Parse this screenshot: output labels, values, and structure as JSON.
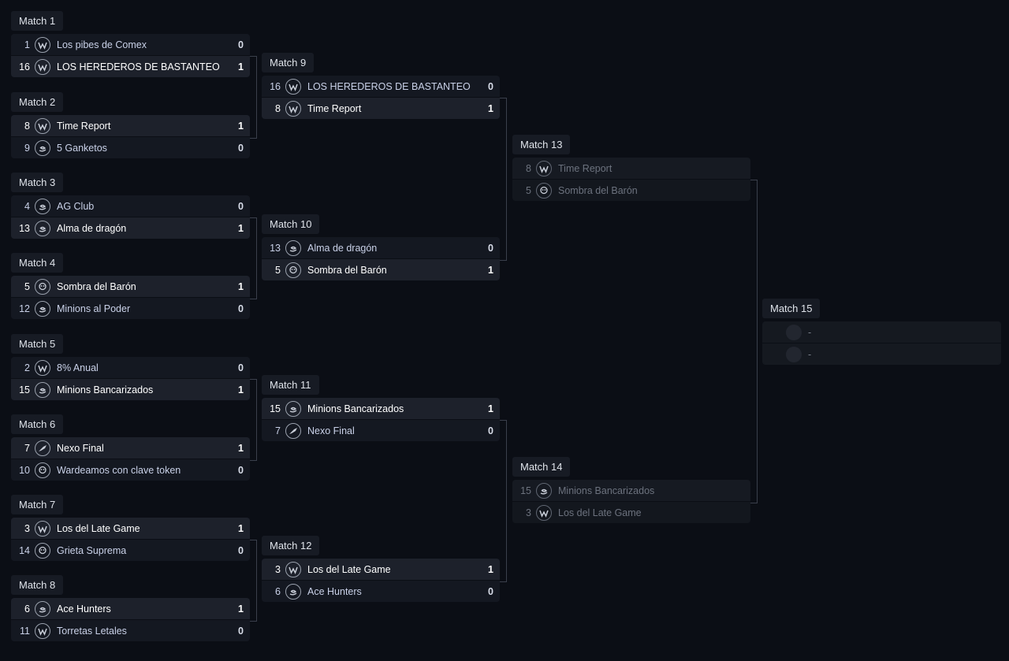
{
  "matches": [
    {
      "label": "Match 1",
      "state": "done",
      "teams": [
        {
          "seed": "1",
          "icon": "wolf-logo-icon",
          "name": "Los pibes de Comex",
          "score": "0"
        },
        {
          "seed": "16",
          "icon": "wolf-logo-icon",
          "name": "LOS HEREDEROS DE BASTANTEO",
          "score": "1"
        }
      ]
    },
    {
      "label": "Match 2",
      "state": "done",
      "teams": [
        {
          "seed": "8",
          "icon": "wolf-logo-icon",
          "name": "Time Report",
          "score": "1"
        },
        {
          "seed": "9",
          "icon": "swirl-logo-icon",
          "name": "5 Ganketos",
          "score": "0"
        }
      ]
    },
    {
      "label": "Match 3",
      "state": "done",
      "teams": [
        {
          "seed": "4",
          "icon": "swirl-logo-icon",
          "name": "AG Club",
          "score": "0"
        },
        {
          "seed": "13",
          "icon": "swirl-logo-icon",
          "name": "Alma de dragón",
          "score": "1"
        }
      ]
    },
    {
      "label": "Match 4",
      "state": "done",
      "teams": [
        {
          "seed": "5",
          "icon": "skull-logo-icon",
          "name": "Sombra del Barón",
          "score": "1"
        },
        {
          "seed": "12",
          "icon": "swirl-logo-icon",
          "name": "Minions al Poder",
          "score": "0"
        }
      ]
    },
    {
      "label": "Match 5",
      "state": "done",
      "teams": [
        {
          "seed": "2",
          "icon": "wolf-logo-icon",
          "name": "8% Anual",
          "score": "0"
        },
        {
          "seed": "15",
          "icon": "swirl-logo-icon",
          "name": "Minions Bancarizados",
          "score": "1"
        }
      ]
    },
    {
      "label": "Match 6",
      "state": "done",
      "teams": [
        {
          "seed": "7",
          "icon": "bird-logo-icon",
          "name": "Nexo Final",
          "score": "1"
        },
        {
          "seed": "10",
          "icon": "skull-logo-icon",
          "name": "Wardeamos con clave token",
          "score": "0"
        }
      ]
    },
    {
      "label": "Match 7",
      "state": "done",
      "teams": [
        {
          "seed": "3",
          "icon": "wolf-logo-icon",
          "name": "Los del Late Game",
          "score": "1"
        },
        {
          "seed": "14",
          "icon": "skull-logo-icon",
          "name": "Grieta Suprema",
          "score": "0"
        }
      ]
    },
    {
      "label": "Match 8",
      "state": "done",
      "teams": [
        {
          "seed": "6",
          "icon": "swirl-logo-icon",
          "name": "Ace Hunters",
          "score": "1"
        },
        {
          "seed": "11",
          "icon": "wolf-logo-icon",
          "name": "Torretas Letales",
          "score": "0"
        }
      ]
    },
    {
      "label": "Match 9",
      "state": "done",
      "teams": [
        {
          "seed": "16",
          "icon": "wolf-logo-icon",
          "name": "LOS HEREDEROS DE BASTANTEO",
          "score": "0"
        },
        {
          "seed": "8",
          "icon": "wolf-logo-icon",
          "name": "Time Report",
          "score": "1"
        }
      ]
    },
    {
      "label": "Match 10",
      "state": "done",
      "teams": [
        {
          "seed": "13",
          "icon": "swirl-logo-icon",
          "name": "Alma de dragón",
          "score": "0"
        },
        {
          "seed": "5",
          "icon": "skull-logo-icon",
          "name": "Sombra del Barón",
          "score": "1"
        }
      ]
    },
    {
      "label": "Match 11",
      "state": "done",
      "teams": [
        {
          "seed": "15",
          "icon": "swirl-logo-icon",
          "name": "Minions Bancarizados",
          "score": "1"
        },
        {
          "seed": "7",
          "icon": "bird-logo-icon",
          "name": "Nexo Final",
          "score": "0"
        }
      ]
    },
    {
      "label": "Match 12",
      "state": "done",
      "teams": [
        {
          "seed": "3",
          "icon": "wolf-logo-icon",
          "name": "Los del Late Game",
          "score": "1"
        },
        {
          "seed": "6",
          "icon": "swirl-logo-icon",
          "name": "Ace Hunters",
          "score": "0"
        }
      ]
    },
    {
      "label": "Match 13",
      "state": "pending",
      "teams": [
        {
          "seed": "8",
          "icon": "wolf-logo-icon",
          "name": "Time Report",
          "score": ""
        },
        {
          "seed": "5",
          "icon": "skull-logo-icon",
          "name": "Sombra del Barón",
          "score": ""
        }
      ]
    },
    {
      "label": "Match 14",
      "state": "pending",
      "teams": [
        {
          "seed": "15",
          "icon": "swirl-logo-icon",
          "name": "Minions Bancarizados",
          "score": ""
        },
        {
          "seed": "3",
          "icon": "wolf-logo-icon",
          "name": "Los del Late Game",
          "score": ""
        }
      ]
    },
    {
      "label": "Match 15",
      "state": "empty",
      "teams": [
        {
          "seed": "",
          "icon": "empty-logo-icon",
          "name": "-",
          "score": ""
        },
        {
          "seed": "",
          "icon": "empty-logo-icon",
          "name": "-",
          "score": ""
        }
      ]
    }
  ],
  "colors": {
    "background": "#0b0e15",
    "row": "#141821",
    "row_winner": "#1d212b",
    "connector": "#3a3f4b"
  }
}
